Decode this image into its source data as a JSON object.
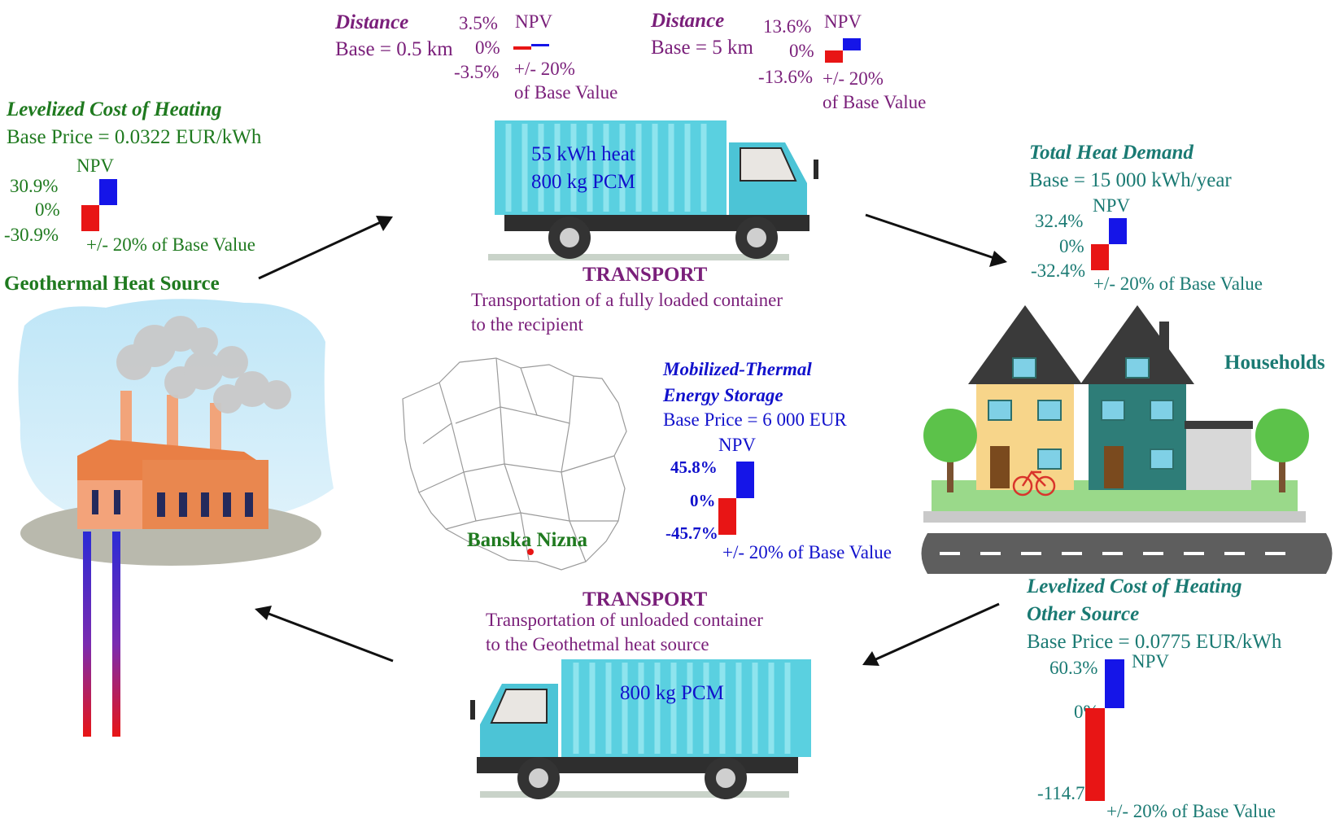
{
  "colors": {
    "green": "#1f7a1f",
    "purple": "#7a1f7a",
    "teal": "#1a7a73",
    "blue": "#1111cc",
    "npv_increase": "#1515e8",
    "npv_decrease": "#e81515",
    "truck_body": "#5ad0e0",
    "factory": "#f08a4a"
  },
  "source": {
    "title": "Levelized Cost of Heating",
    "base": "Base Price = 0.0322 EUR/kWh",
    "npv_label": "NPV",
    "up": "30.9%",
    "zero": "0%",
    "down": "-30.9%",
    "note": "+/- 20% of Base Value",
    "name": "Geothermal Heat Source"
  },
  "distance_short": {
    "title": "Distance",
    "base": "Base = 0.5 km",
    "npv_label": "NPV",
    "up": "3.5%",
    "zero": "0%",
    "down": "-3.5%",
    "note_line1": "+/- 20%",
    "note_line2": "of Base Value"
  },
  "distance_long": {
    "title": "Distance",
    "base": "Base = 5 km",
    "npv_label": "NPV",
    "up": "13.6%",
    "zero": "0%",
    "down": "-13.6%",
    "note_line1": "+/- 20%",
    "note_line2": "of Base Value"
  },
  "truck_loaded": {
    "line1": "55 kWh heat",
    "line2": "800 kg PCM"
  },
  "transport_out": {
    "title": "TRANSPORT",
    "line1": "Transportation of a fully loaded container",
    "line2": "to the recipient"
  },
  "demand": {
    "title": "Total Heat Demand",
    "base": "Base = 15 000 kWh/year",
    "npv_label": "NPV",
    "up": "32.4%",
    "zero": "0%",
    "down": "-32.4%",
    "note": "+/- 20% of Base Value"
  },
  "households": {
    "label": "Households"
  },
  "storage": {
    "title_line1": "Mobilized-Thermal",
    "title_line2": "Energy Storage",
    "base": "Base Price = 6 000 EUR",
    "npv_label": "NPV",
    "up": "45.8%",
    "zero": "0%",
    "down": "-45.7%",
    "note": "+/- 20% of Base Value"
  },
  "map": {
    "location": "Banska Nizna"
  },
  "transport_back": {
    "title": "TRANSPORT",
    "line1": "Transportation of unloaded container",
    "line2": "to the Geothetmal heat source"
  },
  "truck_empty": {
    "line1": "800 kg PCM"
  },
  "other_source": {
    "title_line1": "Levelized Cost of Heating",
    "title_line2": "Other Source",
    "base": "Base Price = 0.0775 EUR/kWh",
    "npv_label": "NPV",
    "up": "60.3%",
    "zero": "0%",
    "down": "-114.7%",
    "note": "+/- 20% of Base Value"
  },
  "chart_data": [
    {
      "type": "bar",
      "categories": [
        "+20%",
        "-20%"
      ],
      "values": [
        30.9,
        -30.9
      ],
      "ylabel": "NPV"
    },
    {
      "type": "bar",
      "categories": [
        "+20%",
        "-20%"
      ],
      "values": [
        3.5,
        -3.5
      ],
      "ylabel": "NPV"
    },
    {
      "type": "bar",
      "categories": [
        "+20%",
        "-20%"
      ],
      "values": [
        13.6,
        -13.6
      ],
      "ylabel": "NPV"
    },
    {
      "type": "bar",
      "categories": [
        "+20%",
        "-20%"
      ],
      "values": [
        32.4,
        -32.4
      ],
      "ylabel": "NPV"
    },
    {
      "type": "bar",
      "categories": [
        "+20%",
        "-20%"
      ],
      "values": [
        45.8,
        -45.7
      ],
      "ylabel": "NPV"
    },
    {
      "type": "bar",
      "categories": [
        "+20%",
        "-20%"
      ],
      "values": [
        60.3,
        -114.7
      ],
      "ylabel": "NPV"
    }
  ]
}
